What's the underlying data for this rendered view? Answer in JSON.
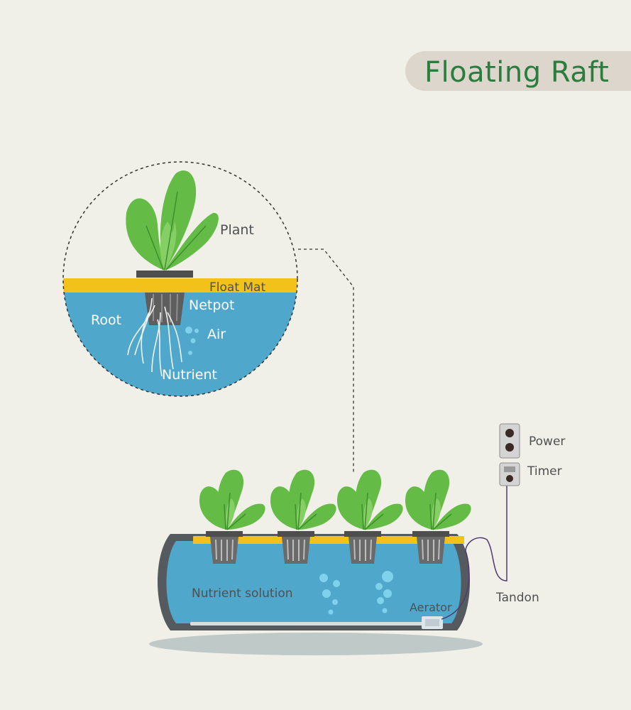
{
  "title": "Floating Raft",
  "colors": {
    "background": "#f1f0e8",
    "title_text": "#2a7d3d",
    "title_pill": "#dcd6cc",
    "water": "#4fa7cc",
    "float_mat": "#f2c21b",
    "leaf": "#64bb46",
    "leaf_light": "#86cf64",
    "tank_wall": "#545a5e",
    "bubble": "#7fd2ec",
    "label_dark": "#4e5154",
    "label_light": "#ffffff"
  },
  "detail_labels": {
    "plant": "Plant",
    "float_mat": "Float Mat",
    "netpot": "Netpot",
    "root": "Root",
    "air": "Air",
    "nutrient": "Nutrient"
  },
  "system_labels": {
    "power": "Power",
    "timer": "Timer",
    "tandon": "Tandon",
    "nutrient_solution": "Nutrient solution",
    "aerator": "Aerator"
  }
}
